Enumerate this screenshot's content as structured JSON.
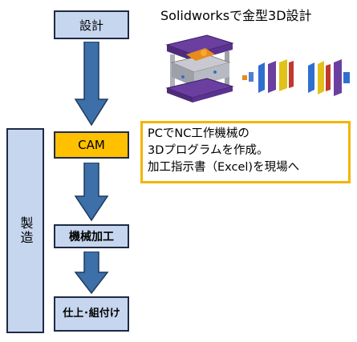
{
  "steps": [
    {
      "label": "設計"
    },
    {
      "label": "CAM"
    },
    {
      "label": "機械加工"
    },
    {
      "label": "仕上･組付け"
    }
  ],
  "sidebar_label": "製造",
  "image_title": "Solidworksで金型3D設計",
  "callout_lines": [
    "PCでNC工作機械の",
    "3Dプログラムを作成。",
    "加工指示書（Excel)を現場へ"
  ],
  "colors": {
    "step_fill": "#c6d6ee",
    "cam_fill": "#ffc000",
    "border": "#1f2a44",
    "arrow": "#3d6fa8",
    "callout_border": "#f4b400"
  }
}
